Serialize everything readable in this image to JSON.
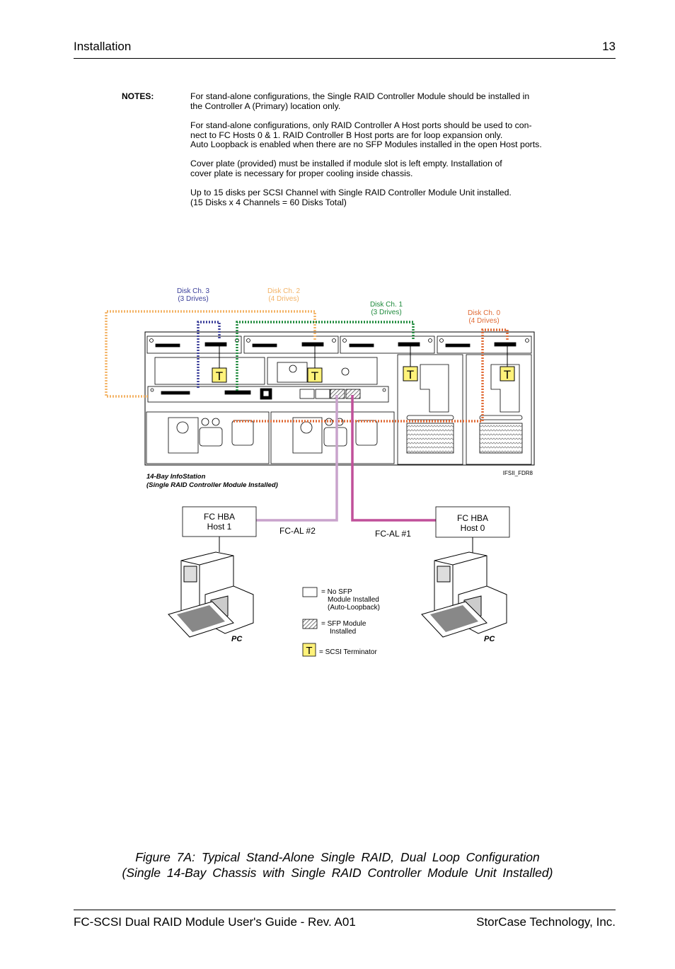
{
  "header": {
    "title": "Installation",
    "page_number": "13"
  },
  "notes": {
    "label": "NOTES:",
    "paragraphs": [
      [
        "For stand-alone configurations, the Single RAID Controller Module should be installed in",
        "the Controller A (Primary) location only."
      ],
      [
        "For stand-alone configurations, only RAID Controller A Host ports should be used to con-",
        "nect to FC Hosts 0 & 1.  RAID Controller B Host ports are for loop expansion only.",
        "Auto Loopback is enabled when there are no SFP Modules installed in the open Host ports."
      ],
      [
        "Cover plate (provided) must be installed if module slot is left empty.  Installation of",
        "cover plate is necessary for proper cooling inside chassis."
      ],
      [
        "Up to 15 disks per SCSI Channel with Single RAID Controller Module Unit installed.",
        "(15 Disks x 4 Channels = 60 Disks Total)"
      ]
    ]
  },
  "diagram": {
    "disk_channels": [
      {
        "line1": "Disk Ch. 3",
        "line2": "(3 Drives)",
        "color": "#3b3f9a"
      },
      {
        "line1": "Disk Ch. 2",
        "line2": "(4 Drives)",
        "color": "#f3b366"
      },
      {
        "line1": "Disk Ch. 1",
        "line2": "(3 Drives)",
        "color": "#1e8a3c"
      },
      {
        "line1": "Disk Ch. 0",
        "line2": "(4 Drives)",
        "color": "#e06a35"
      }
    ],
    "terminator_letter": "T",
    "chassis_label_1": "14-Bay InfoStation",
    "chassis_label_2": "(Single RAID Controller Module Installed)",
    "figure_id": "IFSII_FDR8",
    "hosts": [
      {
        "line1": "FC HBA",
        "line2": "Host 1"
      },
      {
        "line1": "FC HBA",
        "line2": "Host 0"
      }
    ],
    "loops": [
      {
        "label": "FC-AL #2",
        "color": "#c9a3cc"
      },
      {
        "label": "FC-AL #1",
        "color": "#c0509a"
      }
    ],
    "pc_label": "PC",
    "legend": {
      "no_sfp": [
        "= No SFP",
        "Module Installed",
        "(Auto-Loopback)"
      ],
      "sfp": [
        "= SFP Module",
        "Installed"
      ],
      "terminator": "= SCSI Terminator"
    },
    "colors": {
      "terminator_fill": "#fff27a",
      "outline": "#000000"
    }
  },
  "caption": {
    "line1": "Figure 7A:  Typical Stand-Alone Single RAID, Dual Loop Configuration",
    "line2": "(Single 14-Bay Chassis with Single RAID Controller Module Unit Installed)"
  },
  "footer": {
    "left": "FC-SCSI Dual RAID Module User's Guide - Rev. A01",
    "right": "StorCase Technology, Inc."
  }
}
